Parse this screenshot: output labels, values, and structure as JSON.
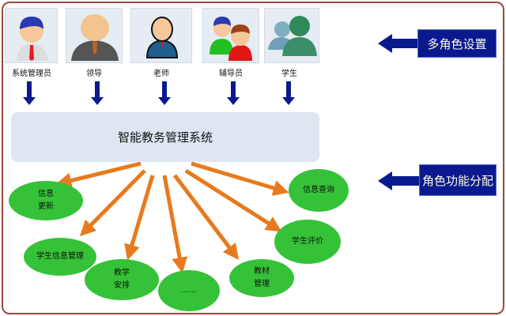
{
  "roles": [
    {
      "label": "系统管理员",
      "icon": "admin-avatar-icon"
    },
    {
      "label": "领导",
      "icon": "leader-avatar-icon"
    },
    {
      "label": "老师",
      "icon": "teacher-avatar-icon"
    },
    {
      "label": "辅导员",
      "icon": "counselor-avatar-icon"
    },
    {
      "label": "学生",
      "icon": "student-avatar-icon"
    }
  ],
  "system": "智能教务管理系统",
  "tags": {
    "multi_role": "多角色设置",
    "function_assign": "角色功能分配"
  },
  "functions": [
    "信息\n更新",
    "学生信息管理",
    "教学\n安排",
    "……",
    "教材\n管理",
    "学生评价",
    "信息查询"
  ],
  "colors": {
    "arrow": "#e87a1e",
    "node": "#35c238",
    "tag": "#0a1a8e",
    "down_arrow": "#0a1a8e"
  }
}
